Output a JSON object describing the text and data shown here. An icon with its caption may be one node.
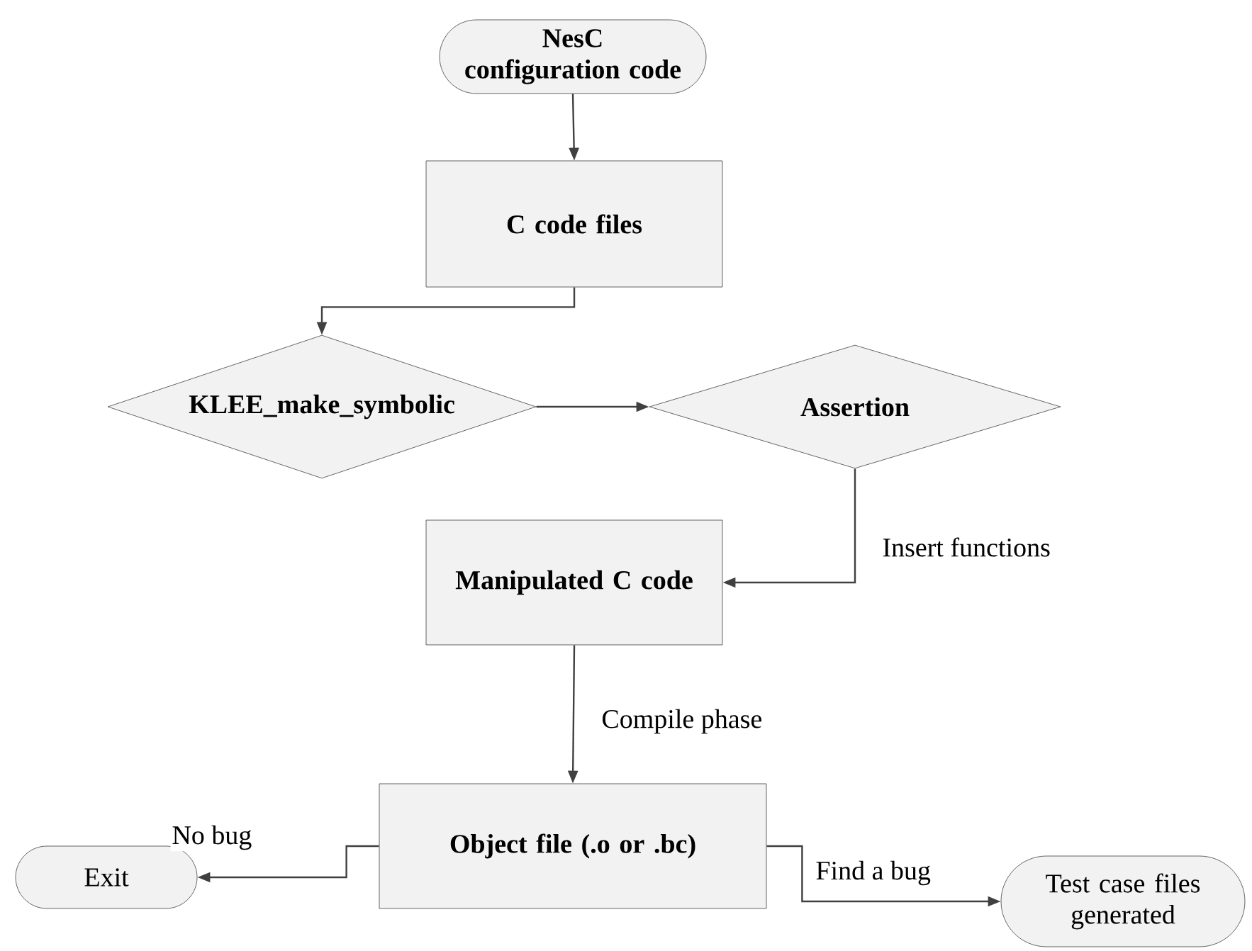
{
  "diagram": {
    "nodes": [
      {
        "text": [
          "NesC configuration code"
        ]
      },
      {
        "text": [
          "C code files"
        ]
      },
      {
        "text": [
          "KLEE_make_symbolic"
        ]
      },
      {
        "text": [
          "Assertion"
        ]
      },
      {
        "text": [
          "Manipulated C code"
        ]
      },
      {
        "text": [
          "Object file (.o or .bc)"
        ]
      },
      {
        "text": [
          "Exit"
        ]
      },
      {
        "text": [
          "Test case files generated"
        ]
      }
    ],
    "edges": [
      {
        "from": 0,
        "to": 1,
        "arrow": "to"
      },
      {
        "from": 1,
        "to": 2,
        "arrow": "to"
      },
      {
        "from": 2,
        "to": 3,
        "arrow": "to"
      },
      {
        "from": 3,
        "to": 4,
        "arrow": "to",
        "label": "Insert functions"
      },
      {
        "from": 4,
        "to": 5,
        "arrow": "to",
        "label": "Compile phase"
      },
      {
        "from": 5,
        "to": 6,
        "arrow": "to",
        "label": "No bug"
      },
      {
        "from": 5,
        "to": 7,
        "arrow": "to",
        "label": "Find a bug"
      }
    ]
  }
}
